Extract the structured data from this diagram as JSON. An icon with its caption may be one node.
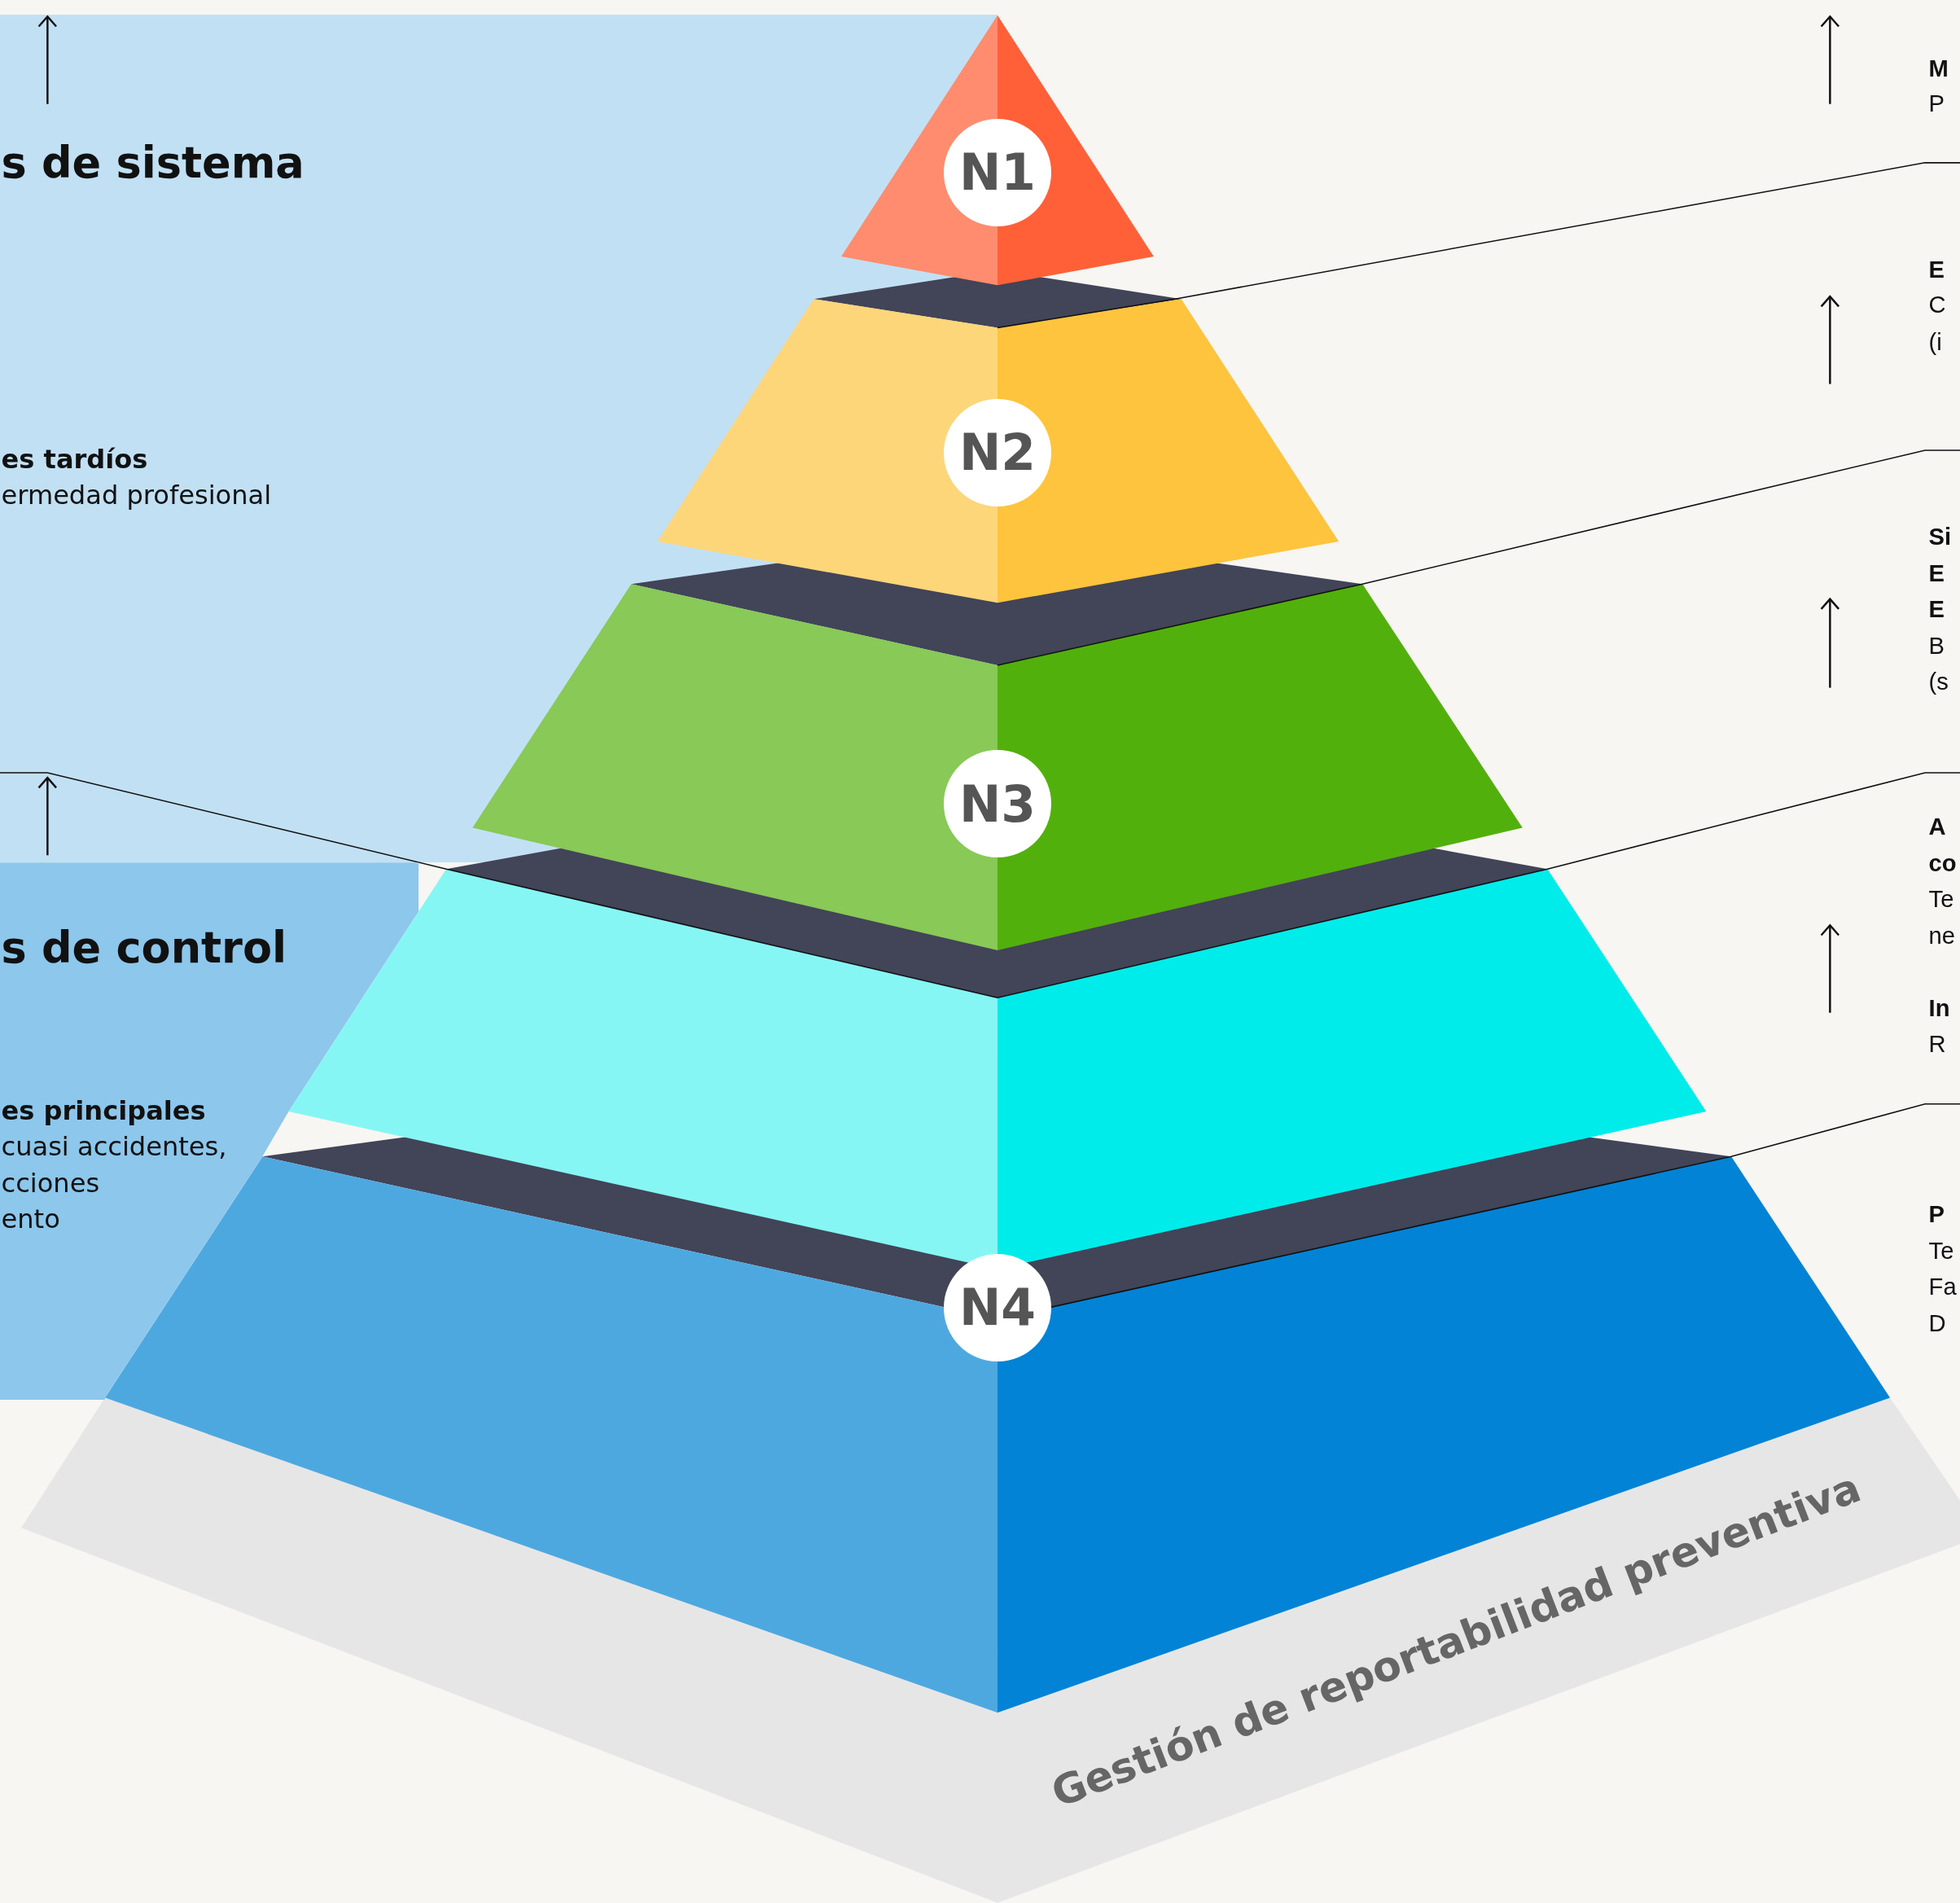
{
  "diagram": {
    "nodes": [
      {
        "text": [
          "s de sistema",
          "es tardíos",
          "ermedad profesional"
        ]
      },
      {
        "text": [
          "s de control",
          "es principales",
          "cuasi accidentes,",
          "cciones",
          "ento"
        ]
      },
      {
        "text": [
          "N1"
        ]
      },
      {
        "text": [
          "N2"
        ]
      },
      {
        "text": [
          "N3"
        ]
      },
      {
        "text": [
          "N4"
        ]
      },
      {
        "text": [
          "Gestión de reportabilidad preventiva"
        ]
      }
    ],
    "labels": [
      "M",
      "P",
      "E",
      "C",
      "(i",
      "Si",
      "E",
      "E",
      "B",
      "(s",
      "A",
      "co",
      "Te",
      "ne",
      "In",
      "R",
      "P",
      "Te",
      "Fa",
      "D"
    ]
  }
}
